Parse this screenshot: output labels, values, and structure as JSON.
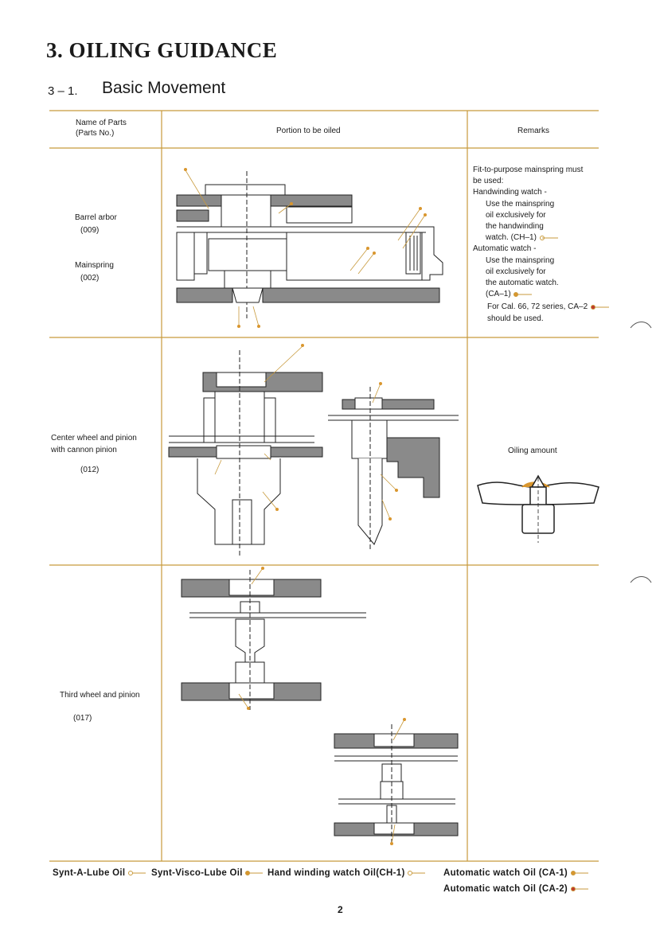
{
  "page": {
    "title": "3. OILING GUIDANCE",
    "section_number": "3 – 1.",
    "section_title": "Basic Movement",
    "page_number": "2"
  },
  "table": {
    "headers": {
      "parts_line1": "Name of Parts",
      "parts_line2": "(Parts No.)",
      "portion": "Portion to be oiled",
      "remarks": "Remarks"
    },
    "rows": [
      {
        "part1": "Barrel arbor",
        "part1_no": "(009)",
        "part2": "Mainspring",
        "part2_no": "(002)",
        "remarks_lines": [
          "Fit-to-purpose mainspring must",
          "be used:",
          "Handwinding watch -",
          "Use the mainspring",
          "oil exclusively for",
          "the handwinding",
          "watch. (CH–1)",
          "Automatic watch -",
          "Use the mainspring",
          "oil exclusively for",
          "the automatic watch.",
          "(CA–1)",
          "For Cal. 66, 72 series, CA–2",
          "should be used."
        ]
      },
      {
        "part1": "Center wheel and pinion",
        "part1b": "with cannon pinion",
        "part1_no": "(012)",
        "remarks_label": "Oiling amount"
      },
      {
        "part1": "Third wheel and pinion",
        "part1_no": "(017)"
      }
    ]
  },
  "legend": {
    "synt_a_lube": "Synt-A-Lube Oil",
    "synt_visco_lube": "Synt-Visco-Lube Oil",
    "ch1": "Hand winding watch Oil(CH-1)",
    "ca1": "Automatic watch Oil (CA-1)",
    "ca2": "Automatic watch Oil (CA-2)"
  },
  "colors": {
    "rule": "#c89a3c",
    "plate": "#8a8a8a",
    "oil": "#d9962e",
    "ink": "#1a1a1a"
  }
}
